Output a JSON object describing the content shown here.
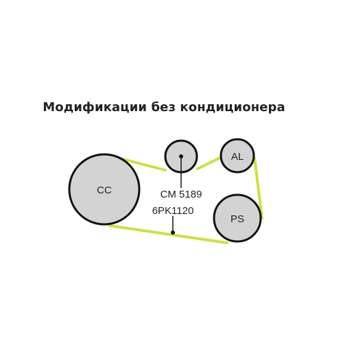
{
  "title": "Модификации без кондиционера",
  "pulleys": {
    "cc": "CC",
    "al": "AL",
    "ps": "PS"
  },
  "belt_labels": {
    "tensioner_code": "CM 5189",
    "belt_code": "6PK1120"
  },
  "colors": {
    "belt": "#cfe03a",
    "pulley_fill": "#d3d3d3",
    "outline": "#111111"
  }
}
